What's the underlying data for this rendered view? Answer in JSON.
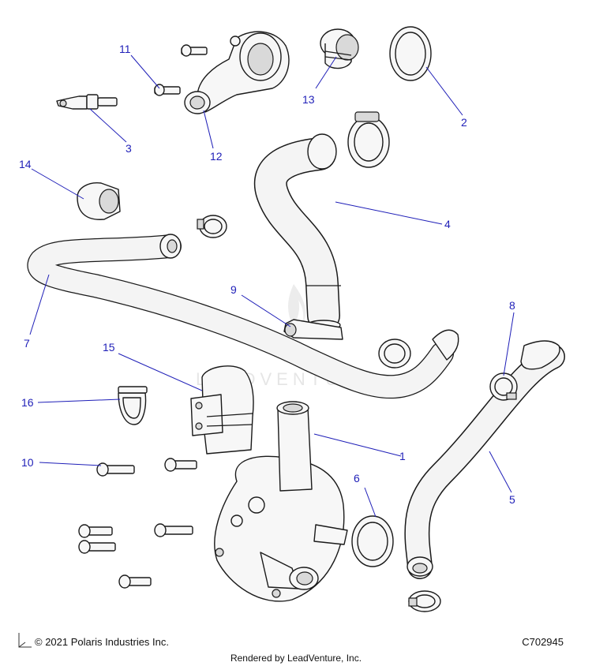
{
  "callouts": [
    {
      "id": "1",
      "label": "1"
    },
    {
      "id": "2",
      "label": "2"
    },
    {
      "id": "3",
      "label": "3"
    },
    {
      "id": "4",
      "label": "4"
    },
    {
      "id": "5",
      "label": "5"
    },
    {
      "id": "6",
      "label": "6"
    },
    {
      "id": "7",
      "label": "7"
    },
    {
      "id": "8",
      "label": "8"
    },
    {
      "id": "9",
      "label": "9"
    },
    {
      "id": "10",
      "label": "10"
    },
    {
      "id": "11",
      "label": "11"
    },
    {
      "id": "12",
      "label": "12"
    },
    {
      "id": "13",
      "label": "13"
    },
    {
      "id": "14",
      "label": "14"
    },
    {
      "id": "15",
      "label": "15"
    },
    {
      "id": "16",
      "label": "16"
    }
  ],
  "footer": {
    "copyright": "© 2021 Polaris Industries Inc.",
    "code": "C702945",
    "rendered": "Rendered by LeadVenture, Inc."
  },
  "watermark": "LEADVENTURE",
  "colors": {
    "callout": "#1f1fb8",
    "line": "#1a1a1a",
    "part_fill": "#f7f7f7"
  }
}
